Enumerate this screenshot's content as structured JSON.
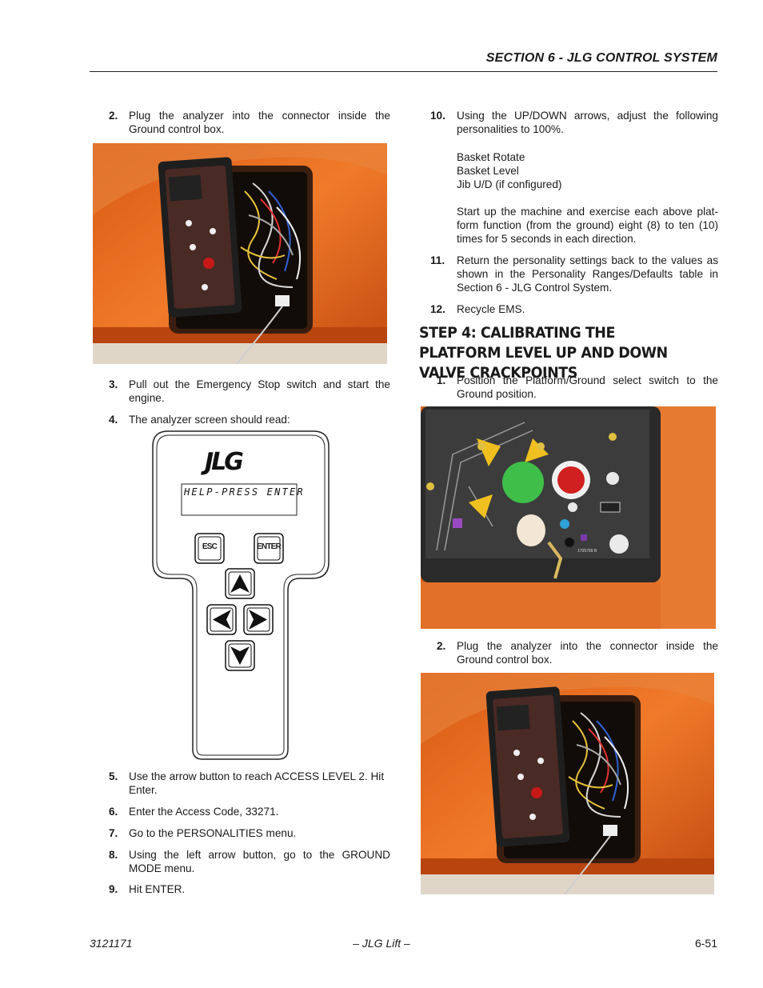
{
  "header": {
    "section_title": "SECTION 6 - JLG CONTROL SYSTEM"
  },
  "left_steps": [
    {
      "num": "2.",
      "text": "Plug the analyzer into the connector inside the Ground control box."
    },
    {
      "num": "3.",
      "text": "Pull out the Emergency Stop switch and start the engine."
    },
    {
      "num": "4.",
      "text": "The analyzer screen should read:"
    },
    {
      "num": "5.",
      "text": "Use the arrow button to reach ACCESS LEVEL 2. Hit Enter."
    },
    {
      "num": "6.",
      "text": "Enter the Access Code, 33271."
    },
    {
      "num": "7.",
      "text": "Go to the PERSONALITIES menu."
    },
    {
      "num": "8.",
      "text": "Using the left arrow button, go to the GROUND MODE menu."
    },
    {
      "num": "9.",
      "text": "Hit ENTER."
    }
  ],
  "right_steps": [
    {
      "num": "10.",
      "text": "Using the UP/DOWN arrows, adjust the following personalities to 100%."
    },
    {
      "num": "11.",
      "text": "Return the personality settings back to the values as shown in the Personality Ranges/Defaults table in Section 6 - JLG Control System."
    },
    {
      "num": "12.",
      "text": "Recycle EMS."
    }
  ],
  "personalities": [
    "Basket Rotate",
    "Basket Level",
    "Jib U/D (if configured)"
  ],
  "exercise_text": "Start up the machine and exercise each above plat-form function (from the ground) eight (8) to ten (10) times for 5 seconds in each direction.",
  "heading": "STEP 4: CALIBRATING THE PLATFORM LEVEL UP AND DOWN VALVE CRACKPOINTS",
  "step4_steps": [
    {
      "num": "1.",
      "text": "Position the Platform/Ground select switch to the Ground position."
    },
    {
      "num": "2.",
      "text": "Plug the analyzer into the connector inside the Ground control box."
    }
  ],
  "analyzer": {
    "logo": "JLG",
    "screen_text": "HELP-PRESS ENTER",
    "esc_label": "ESC",
    "enter_label": "ENTER"
  },
  "photo_labels": {
    "panel_part_number": "1705799 B"
  },
  "footer": {
    "doc_number": "3121171",
    "center": "– JLG Lift –",
    "page": "6-51"
  }
}
